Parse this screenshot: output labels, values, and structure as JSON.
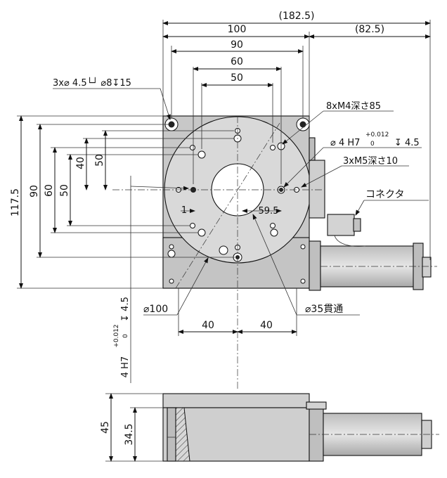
{
  "drawing": {
    "top_view": {
      "dims": {
        "overall_width": "(182.5)",
        "body_width": "100",
        "motor_extent": "(82.5)",
        "holes_90": "90",
        "holes_60": "60",
        "holes_50": "50",
        "height_117_5": "117.5",
        "v90": "90",
        "v60": "60",
        "v50": "50",
        "v40": "40",
        "v50b": "50",
        "off_1": "1",
        "off_59_5": "59.5",
        "bottom_40_left": "40",
        "bottom_40_right": "40"
      },
      "callouts": {
        "counterbore": "3x⌀ 4.5└┘ ⌀8↧15",
        "m4": "8xM4深さ85",
        "pin_prefix": "⌀ 4 H7",
        "pin_tol_top": "+0.012",
        "pin_tol_bottom": "0",
        "pin_depth": "↧ 4.5",
        "m5": "3xM5深さ10",
        "connector": "コネクタ",
        "table_dia": "⌀100",
        "through_hole": "⌀35貫通",
        "vertical_pin_prefix": "4 H7",
        "vertical_pin_tol_top": "+0.012",
        "vertical_pin_tol_bottom": "0",
        "vertical_pin_depth": "↧ 4.5"
      }
    },
    "side_view": {
      "dims": {
        "height_45": "45",
        "height_34_5": "34.5"
      }
    }
  }
}
